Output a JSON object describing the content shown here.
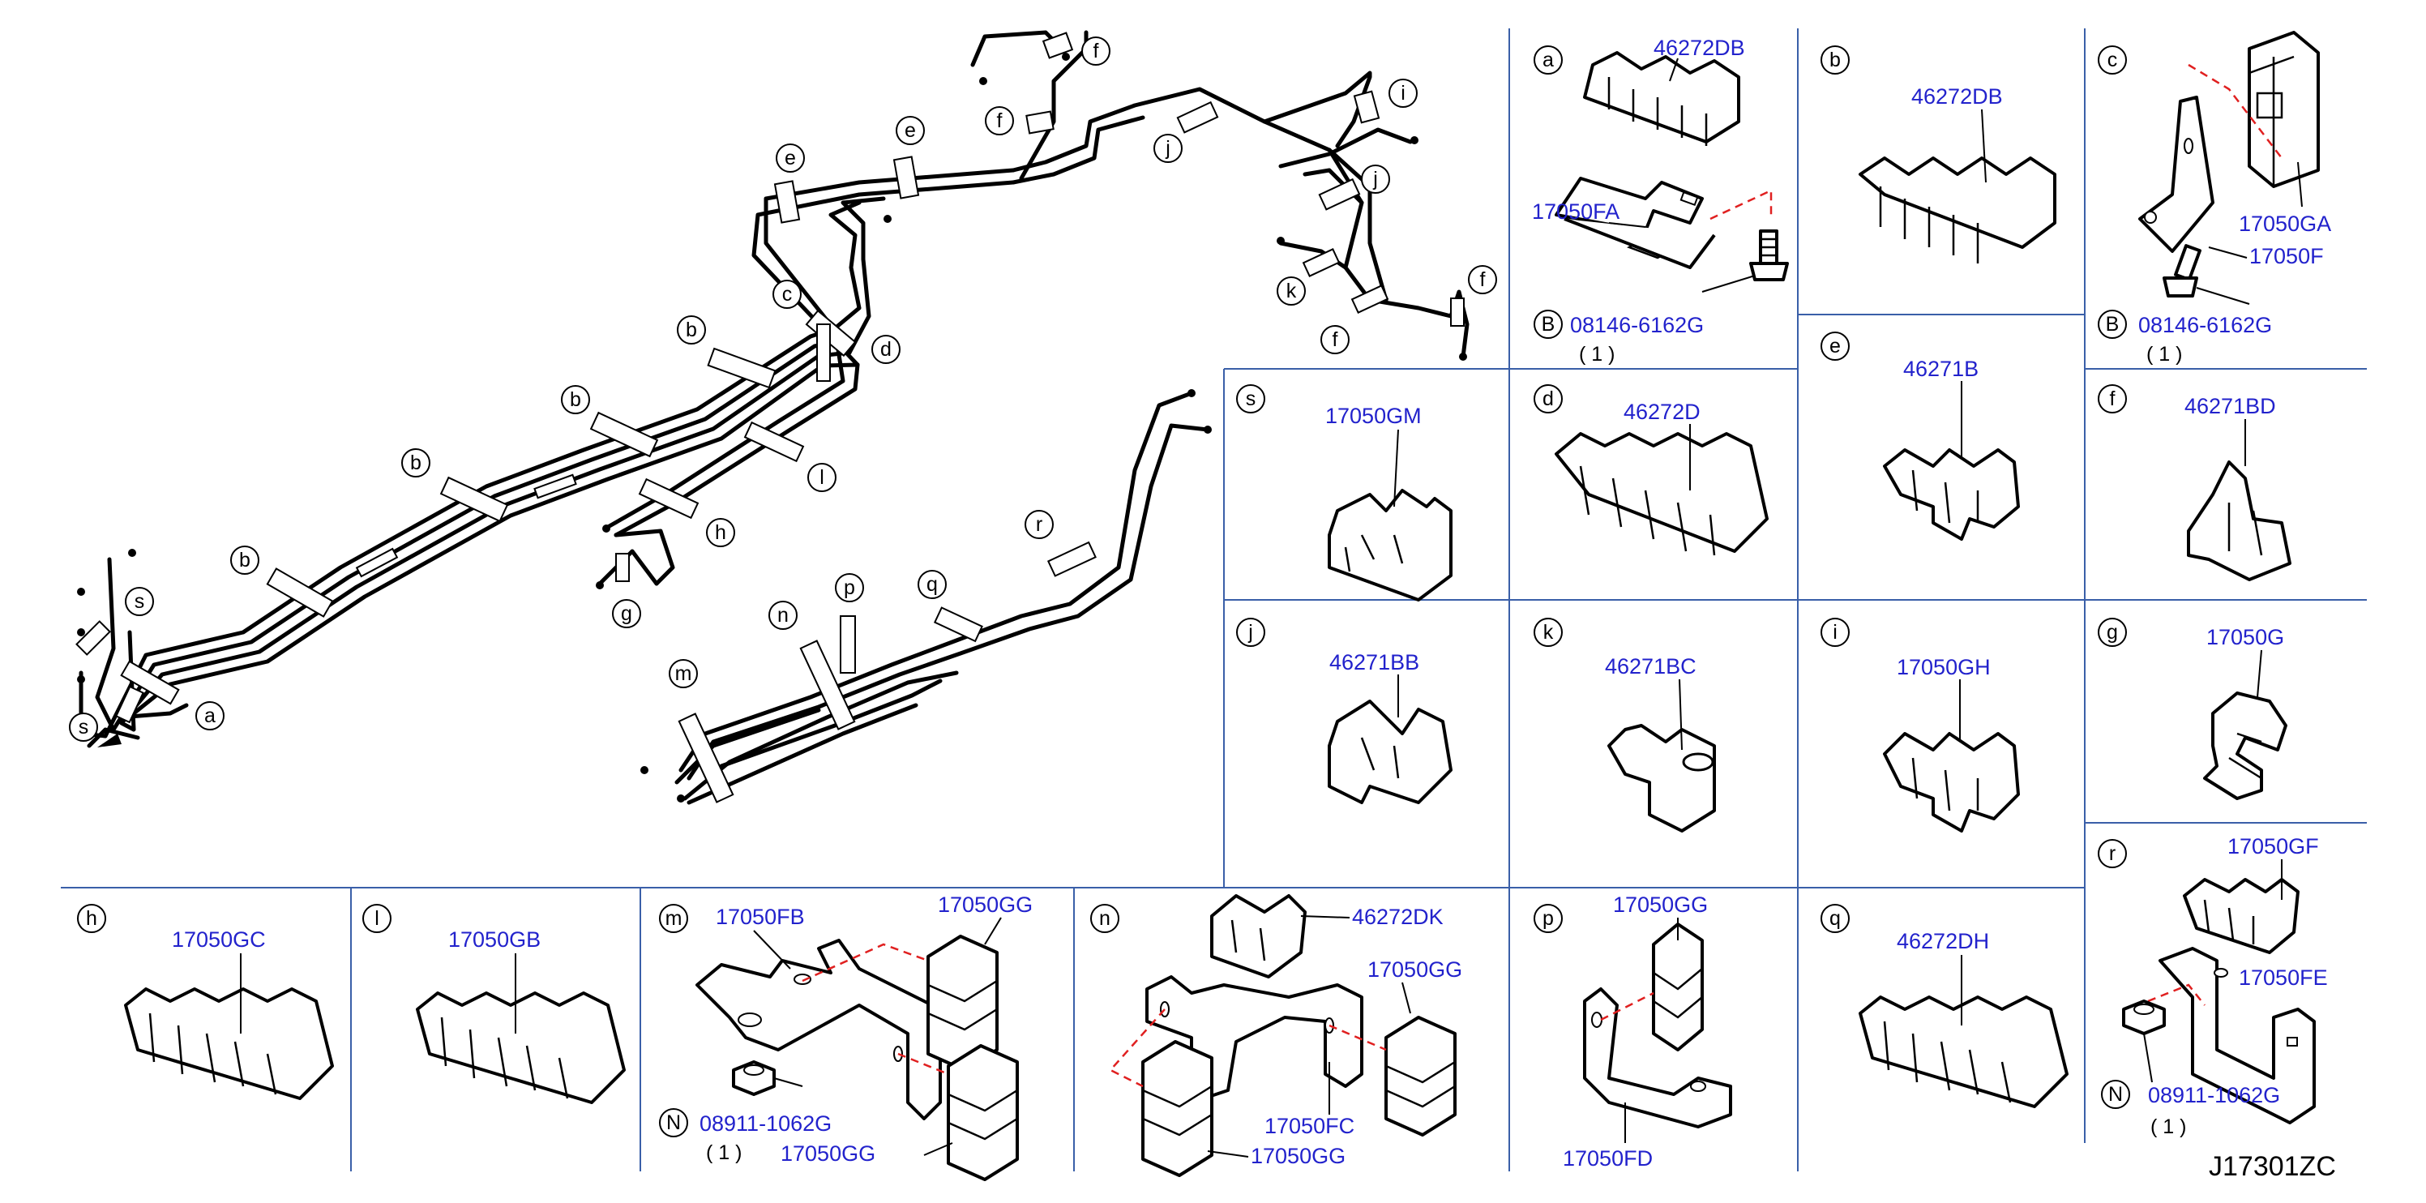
{
  "diagram_code": "J17301ZC",
  "colors": {
    "part_number": "#2222cc",
    "grid": "#3a5fa8",
    "dash": "#e02020"
  },
  "overview_labels": [
    "a",
    "b",
    "b",
    "b",
    "b",
    "c",
    "d",
    "e",
    "e",
    "f",
    "f",
    "f",
    "f",
    "g",
    "h",
    "i",
    "j",
    "j",
    "k",
    "l",
    "m",
    "n",
    "p",
    "q",
    "r",
    "s",
    "s"
  ],
  "cells": {
    "a": {
      "letter": "a",
      "parts": [
        "46272DB",
        "17050FA",
        "08146-6162G"
      ],
      "callout": "B",
      "qty": "( 1 )"
    },
    "b": {
      "letter": "b",
      "parts": [
        "46272DB"
      ]
    },
    "c": {
      "letter": "c",
      "parts": [
        "17050GA",
        "17050F",
        "08146-6162G"
      ],
      "callout": "B",
      "qty": "( 1 )"
    },
    "s": {
      "letter": "s",
      "parts": [
        "17050GM"
      ]
    },
    "d": {
      "letter": "d",
      "parts": [
        "46272D"
      ]
    },
    "e": {
      "letter": "e",
      "parts": [
        "46271B"
      ]
    },
    "f": {
      "letter": "f",
      "parts": [
        "46271BD"
      ]
    },
    "j": {
      "letter": "j",
      "parts": [
        "46271BB"
      ]
    },
    "k": {
      "letter": "k",
      "parts": [
        "46271BC"
      ]
    },
    "i": {
      "letter": "i",
      "parts": [
        "17050GH"
      ]
    },
    "g": {
      "letter": "g",
      "parts": [
        "17050G"
      ]
    },
    "h": {
      "letter": "h",
      "parts": [
        "17050GC"
      ]
    },
    "l": {
      "letter": "l",
      "parts": [
        "17050GB"
      ]
    },
    "m": {
      "letter": "m",
      "parts": [
        "17050FB",
        "17050GG",
        "08911-1062G",
        "17050GG"
      ],
      "callout": "N",
      "qty": "( 1 )"
    },
    "n": {
      "letter": "n",
      "parts": [
        "46272DK",
        "17050GG",
        "17050FC",
        "17050GG"
      ]
    },
    "p": {
      "letter": "p",
      "parts": [
        "17050GG",
        "17050FD"
      ]
    },
    "q": {
      "letter": "q",
      "parts": [
        "46272DH"
      ]
    },
    "r": {
      "letter": "r",
      "parts": [
        "17050GF",
        "17050FE",
        "08911-1062G"
      ],
      "callout": "N",
      "qty": "( 1 )"
    }
  }
}
